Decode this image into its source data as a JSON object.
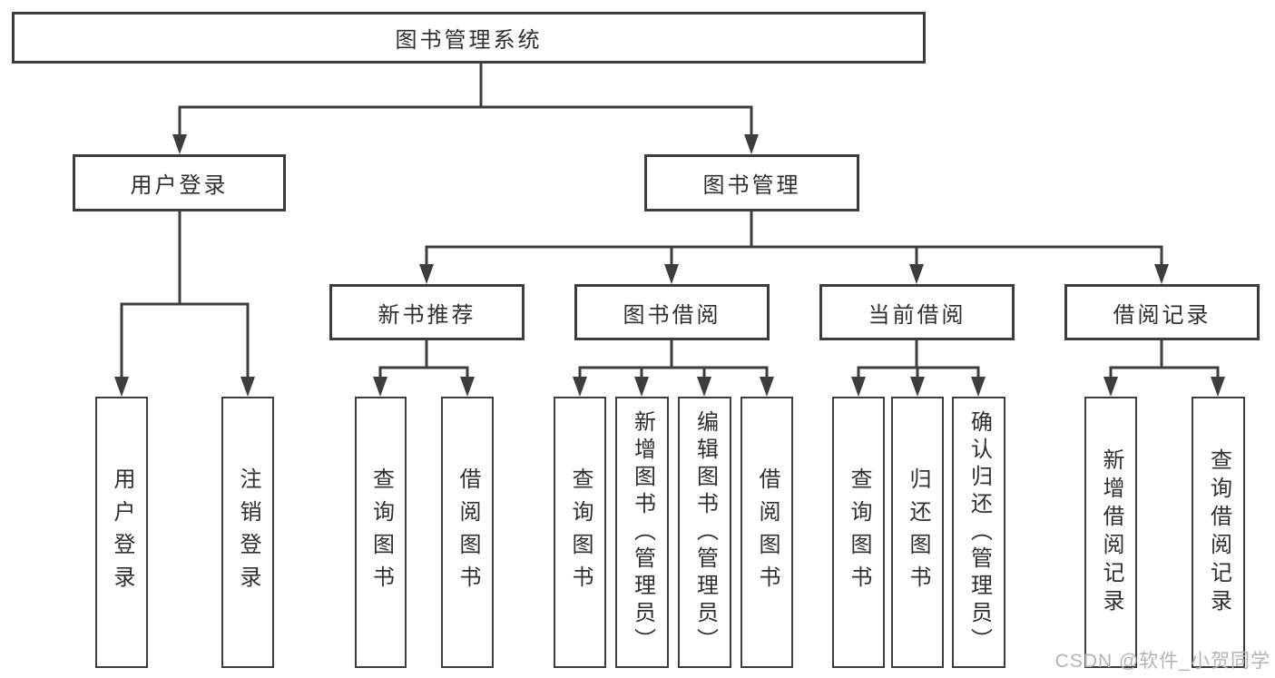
{
  "diagram": {
    "root": {
      "label": "图书管理系统",
      "children": [
        {
          "label": "用户登录",
          "children": [
            {
              "label": "用户登录"
            },
            {
              "label": "注销登录"
            }
          ]
        },
        {
          "label": "图书管理",
          "children": [
            {
              "label": "新书推荐",
              "children": [
                {
                  "label": "查询图书"
                },
                {
                  "label": "借阅图书"
                }
              ]
            },
            {
              "label": "图书借阅",
              "children": [
                {
                  "label": "查询图书"
                },
                {
                  "label": "新增图书（管理员）"
                },
                {
                  "label": "编辑图书（管理员）"
                },
                {
                  "label": "借阅图书"
                }
              ]
            },
            {
              "label": "当前借阅",
              "children": [
                {
                  "label": "查询图书"
                },
                {
                  "label": "归还图书"
                },
                {
                  "label": "确认归还（管理员）"
                }
              ]
            },
            {
              "label": "借阅记录",
              "children": [
                {
                  "label": "新增借阅记录"
                },
                {
                  "label": "查询借阅记录"
                }
              ]
            }
          ]
        }
      ]
    }
  },
  "watermark": {
    "text": "CSDN @软件_小贺同学"
  },
  "colors": {
    "line": "#3d3d3d",
    "box_border": "#3d3d3d",
    "box_fill": "#ffffff",
    "text": "#2f2f2f",
    "watermark": "#b3b3b3",
    "background": "#ffffff"
  }
}
